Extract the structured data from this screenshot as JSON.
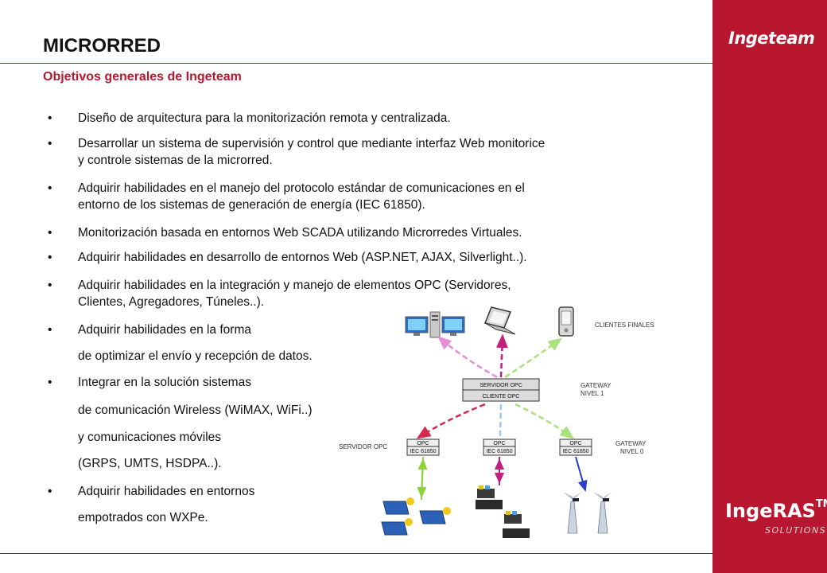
{
  "header": {
    "title": "MICRORRED",
    "subtitle": "Objetivos generales de Ingeteam"
  },
  "brand": {
    "logo": "Ingeteam",
    "product": "IngeRAS",
    "product_mark": "TM",
    "product_sub": "SOLUTIONS",
    "accent_color": "#b8172f"
  },
  "bullets": [
    {
      "lines": [
        "Diseño de arquitectura para la monitorización remota y centralizada."
      ]
    },
    {
      "lines": [
        "Desarrollar un sistema de supervisión y control que mediante interfaz Web monitorice",
        "y controle sistemas de la microrred."
      ]
    },
    {
      "lines": [
        "Adquirir habilidades en el manejo del protocolo estándar de comunicaciones en el",
        "entorno de los sistemas de generación de energía (IEC 61850)."
      ]
    },
    {
      "lines": [
        "Monitorización basada en entornos Web SCADA utilizando Microrredes Virtuales."
      ]
    },
    {
      "lines": [
        "Adquirir habilidades en desarrollo de entornos Web (ASP.NET, AJAX, Silverlight..)."
      ]
    },
    {
      "lines": [
        "Adquirir habilidades en la integración y manejo de elementos OPC (Servidores,",
        "Clientes, Agregadores, Túneles..)."
      ]
    },
    {
      "lines": [
        "Adquirir habilidades en la forma",
        "de optimizar el envío y recepción de datos."
      ]
    },
    {
      "lines": [
        "Integrar en la solución sistemas",
        "de comunicación Wireless (WiMAX, WiFi..)",
        " y comunicaciones móviles",
        "(GRPS, UMTS, HSDPA..)."
      ]
    },
    {
      "lines": [
        "Adquirir habilidades en entornos",
        " empotrados con WXPe."
      ]
    }
  ],
  "diagram": {
    "clientes_finales": "CLIENTES FINALES",
    "gateway1": [
      "GATEWAY",
      "NIVEL 1"
    ],
    "servidor_opc_box": "SERVIDOR OPC",
    "cliente_opc_box": "CLIENTE OPC",
    "servidor_opc_label": "SERVIDOR OPC",
    "gateway0": [
      "GATEWAY",
      "NIVEL 0"
    ],
    "opc_nodes": [
      {
        "top": "OPC",
        "bottom": "IEC 61850"
      },
      {
        "top": "OPC",
        "bottom": "IEC 61850"
      },
      {
        "top": "OPC",
        "bottom": "IEC 61850"
      }
    ]
  }
}
